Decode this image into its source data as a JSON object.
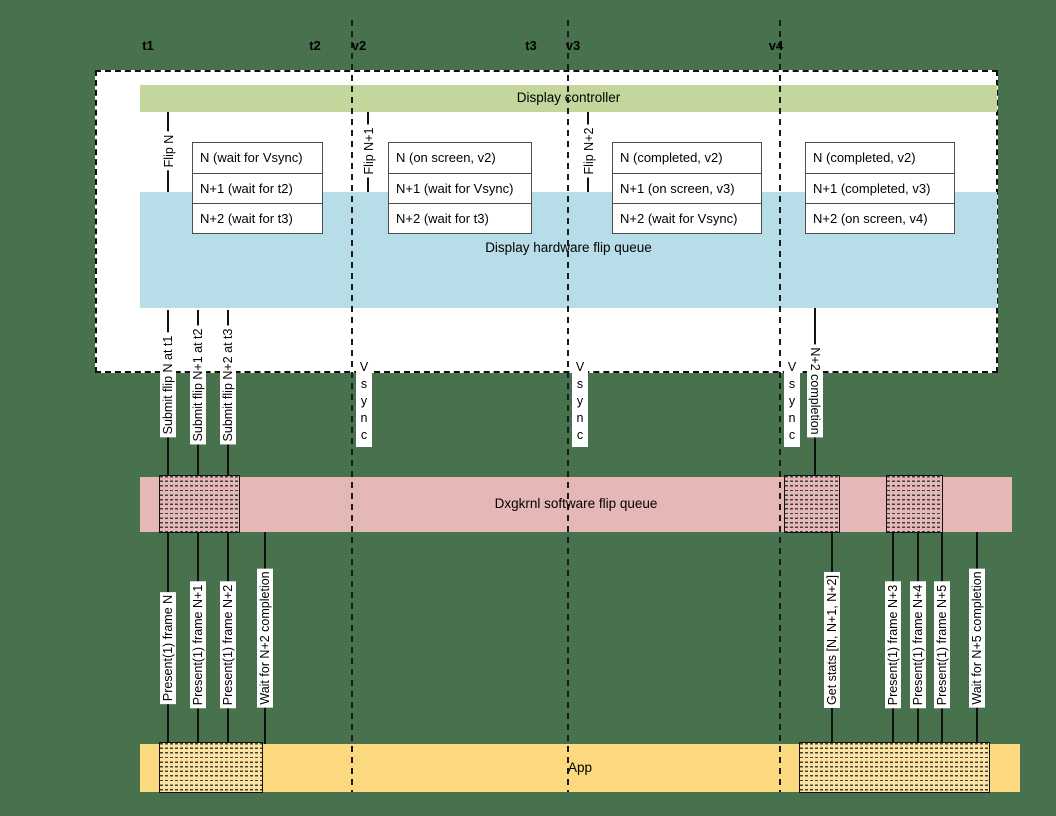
{
  "colors": {
    "background": "#48714E",
    "display_controller_bar": "#C3D69B",
    "hardware_queue_band": "#B7DDE8",
    "software_queue_bar": "#E5B8B7",
    "app_bar": "#FCD97F"
  },
  "time_axis": {
    "labels": [
      "t1",
      "t2",
      "v2",
      "t3",
      "v3",
      "v4"
    ]
  },
  "display_controller": {
    "label": "Display controller"
  },
  "hardware_queue": {
    "label": "Display hardware flip queue",
    "flip_events": [
      "Flip N",
      "Flip N+1",
      "Flip N+2"
    ],
    "states": [
      {
        "rows": [
          "N (wait for Vsync)",
          "N+1 (wait for t2)",
          "N+2 (wait for t3)"
        ]
      },
      {
        "rows": [
          "N (on screen, v2)",
          "N+1 (wait for Vsync)",
          "N+2 (wait for t3)"
        ]
      },
      {
        "rows": [
          "N (completed, v2)",
          "N+1 (on screen, v3)",
          "N+2 (wait for Vsync)"
        ]
      },
      {
        "rows": [
          "N (completed, v2)",
          "N+1 (completed, v3)",
          "N+2 (on screen, v4)"
        ]
      }
    ]
  },
  "software_queue": {
    "label": "Dxgkrnl software flip queue",
    "submit_labels": [
      "Submit flip N at t1",
      "Submit flip N+1 at t2",
      "Submit flip N+2 at t3"
    ],
    "vsync_label": "Vsync",
    "completion_label": "N+2 completion"
  },
  "app": {
    "label": "App",
    "calls_left": [
      "Present(1) frame N",
      "Present(1) frame N+1",
      "Present(1) frame N+2",
      "Wait for N+2 completion"
    ],
    "calls_right": [
      "Get stats [N, N+1, N+2]",
      "Present(1) frame N+3",
      "Present(1) frame N+4",
      "Present(1) frame N+5",
      "Wait for N+5 completion"
    ]
  }
}
